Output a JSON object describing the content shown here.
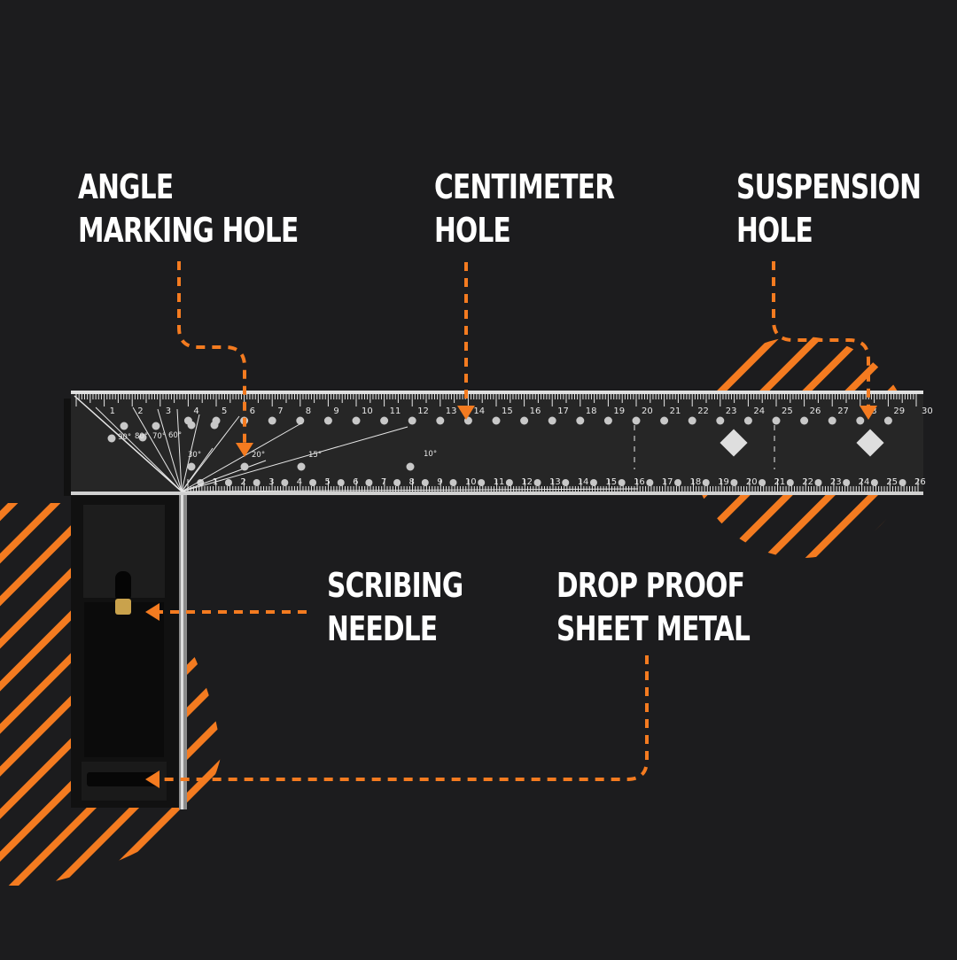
{
  "colors": {
    "background": "#1c1c1e",
    "accent": "#f47b20",
    "label": "#ffffff",
    "tool_body": "#262626",
    "tool_frame": "#111111",
    "markings": "#e8e8e8"
  },
  "callouts": {
    "angle_marking_hole": [
      "ANGLE",
      "MARKING HOLE"
    ],
    "centimeter_hole": [
      "CENTIMETER",
      "HOLE"
    ],
    "suspension_hole": [
      "SUSPENSION",
      "HOLE"
    ],
    "scribing_needle": [
      "SCRIBING",
      "NEEDLE"
    ],
    "drop_proof_sheet_metal": [
      "DROP PROOF",
      "SHEET METAL"
    ]
  },
  "ruler": {
    "top_scale": [
      "1",
      "2",
      "3",
      "4",
      "5",
      "6",
      "7",
      "8",
      "9",
      "10",
      "11",
      "12",
      "13",
      "14",
      "15",
      "16",
      "17",
      "18",
      "19",
      "20",
      "21",
      "22",
      "23",
      "24",
      "25",
      "26",
      "27",
      "28",
      "29",
      "30"
    ],
    "bottom_scale": [
      "1",
      "2",
      "3",
      "4",
      "5",
      "6",
      "7",
      "8",
      "9",
      "10",
      "11",
      "12",
      "13",
      "14",
      "15",
      "16",
      "17",
      "18",
      "19",
      "20",
      "21",
      "22",
      "23",
      "24",
      "25",
      "26"
    ],
    "angle_marks": [
      "90°",
      "80°",
      "70°",
      "60°",
      "30°",
      "20°",
      "15°",
      "10°"
    ]
  },
  "icons": {
    "hatch": "diagonal-stripes",
    "arrow": "arrowhead"
  }
}
